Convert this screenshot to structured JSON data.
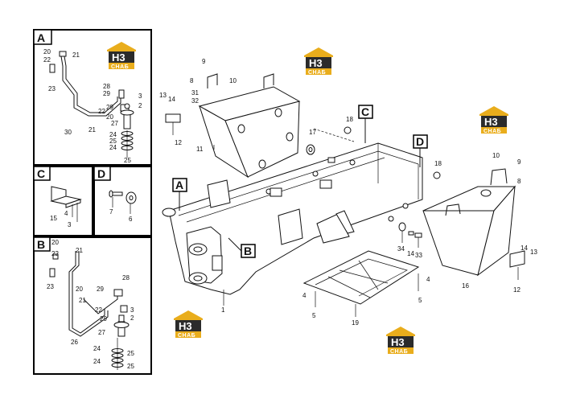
{
  "logo": {
    "mark": "H3",
    "sub": "CHAБ",
    "accent": "#e9ad1c"
  },
  "callouts": {
    "A": "A",
    "B": "B",
    "C": "C",
    "D": "D"
  },
  "panelA": {
    "n20": "20",
    "n21": "21",
    "n22": "22",
    "n23": "23",
    "n28": "28",
    "n29a": "29",
    "n3": "3",
    "n2": "2",
    "n29b": "29",
    "n22b": "22",
    "n20b": "20",
    "n27": "27",
    "n21b": "21",
    "n30": "30",
    "n24": "24",
    "n25": "25",
    "n24b": "24",
    "n25b": "25"
  },
  "panelC": {
    "n15": "15",
    "n4": "4",
    "n3": "3"
  },
  "panelD": {
    "n7": "7",
    "n6": "6"
  },
  "panelB": {
    "n20": "20",
    "n21": "21",
    "n22": "22",
    "n23": "23",
    "n28": "28",
    "n29": "29",
    "n20b": "20",
    "n21b": "21",
    "n22b": "22",
    "n3": "3",
    "n29b": "29",
    "n2": "2",
    "n26": "26",
    "n27": "27",
    "n24": "24",
    "n25": "25",
    "n24b": "24",
    "n25b": "25"
  },
  "main": {
    "n9": "9",
    "n8": "8",
    "n10": "10",
    "n31": "31",
    "n32": "32",
    "n13": "13",
    "n14": "14",
    "n12": "12",
    "n11": "11",
    "n17": "17",
    "n18": "18",
    "n18b": "18",
    "n10b": "10",
    "n9b": "9",
    "n8b": "8",
    "n1": "1",
    "n34": "34",
    "n14b": "14",
    "n33": "33",
    "n4": "4",
    "n5": "5",
    "n4b": "4",
    "n5b": "5",
    "n19": "19",
    "n16": "16",
    "n14c": "14",
    "n13b": "13",
    "n12b": "12"
  }
}
